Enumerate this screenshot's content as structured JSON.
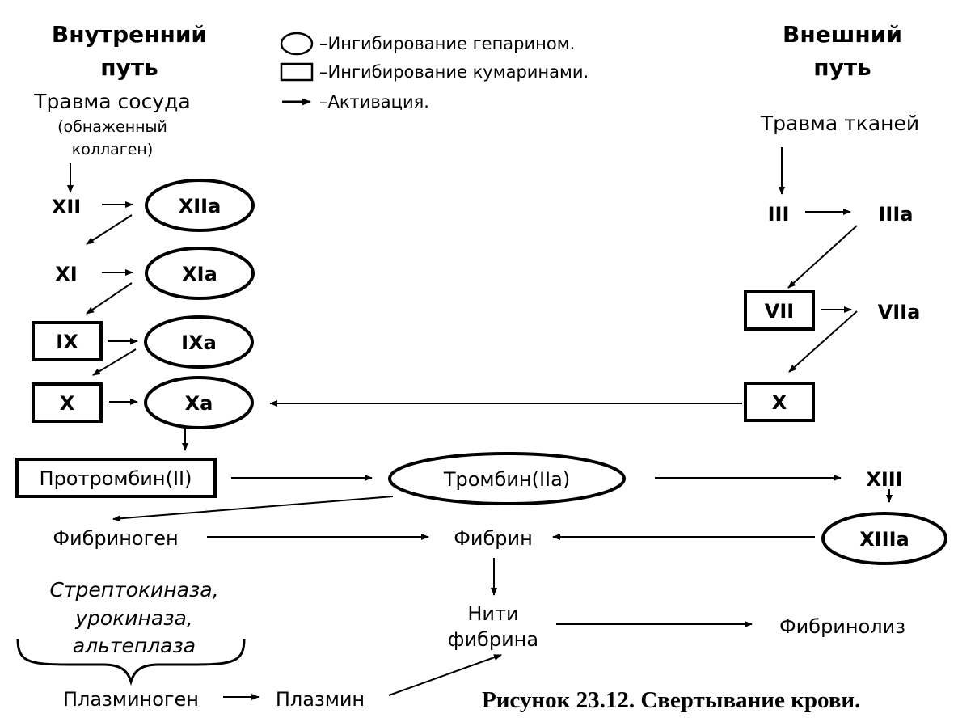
{
  "headers": {
    "intrinsic_line1": "Внутренний",
    "intrinsic_line2": "путь",
    "extrinsic_line1": "Внешний",
    "extrinsic_line2": "путь"
  },
  "legend": {
    "heparin": "–Ингибирование гепарином.",
    "coumarin": "–Ингибирование кумаринами.",
    "activation": "–Активация."
  },
  "intrinsic": {
    "trigger": "Травма сосуда",
    "trigger_note_1": "(обнаженный",
    "trigger_note_2": "коллаген)",
    "xii": "XII",
    "xiia": "XIIa",
    "xi": "XI",
    "xia": "XIa",
    "ix": "IX",
    "ixa": "IXa",
    "x": "X",
    "xa": "Xa"
  },
  "extrinsic": {
    "trigger": "Травма тканей",
    "iii": "III",
    "iiia": "IIIa",
    "vii": "VII",
    "viia": "VIIa",
    "x": "X"
  },
  "common": {
    "prothrombin": "Протромбин(II)",
    "thrombin": "Тромбин(IIa)",
    "xiii": "XIII",
    "xiiia": "XIIIa",
    "fibrinogen": "Фибриноген",
    "fibrin": "Фибрин",
    "fibrin_threads_1": "Нити",
    "fibrin_threads_2": "фибрина",
    "fibrinolysis": "Фибринолиз"
  },
  "fibrinolysis": {
    "drugs_1": "Стрептокиназа,",
    "drugs_2": "урокиназа,",
    "drugs_3": "альтеплаза",
    "plasminogen": "Плазминоген",
    "plasmin": "Плазмин"
  },
  "caption": "Рисунок 23.12. Свертывание крови."
}
